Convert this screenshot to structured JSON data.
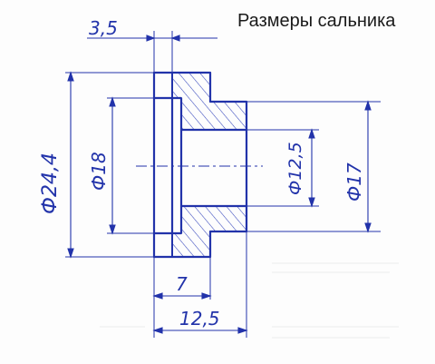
{
  "title": "Размеры сальника",
  "colors": {
    "ink": "#2233aa",
    "hatch": "#3344bb",
    "title": "#1a1a1a",
    "paper": "#fdfdfd"
  },
  "dimensions": {
    "flange_thickness": "3,5",
    "outer_diameter": "Ф24,4",
    "bore_large": "Ф18",
    "bore_small": "Ф12,5",
    "hub_diameter": "Ф17",
    "flange_to_step": "7",
    "overall_length": "12,5"
  }
}
